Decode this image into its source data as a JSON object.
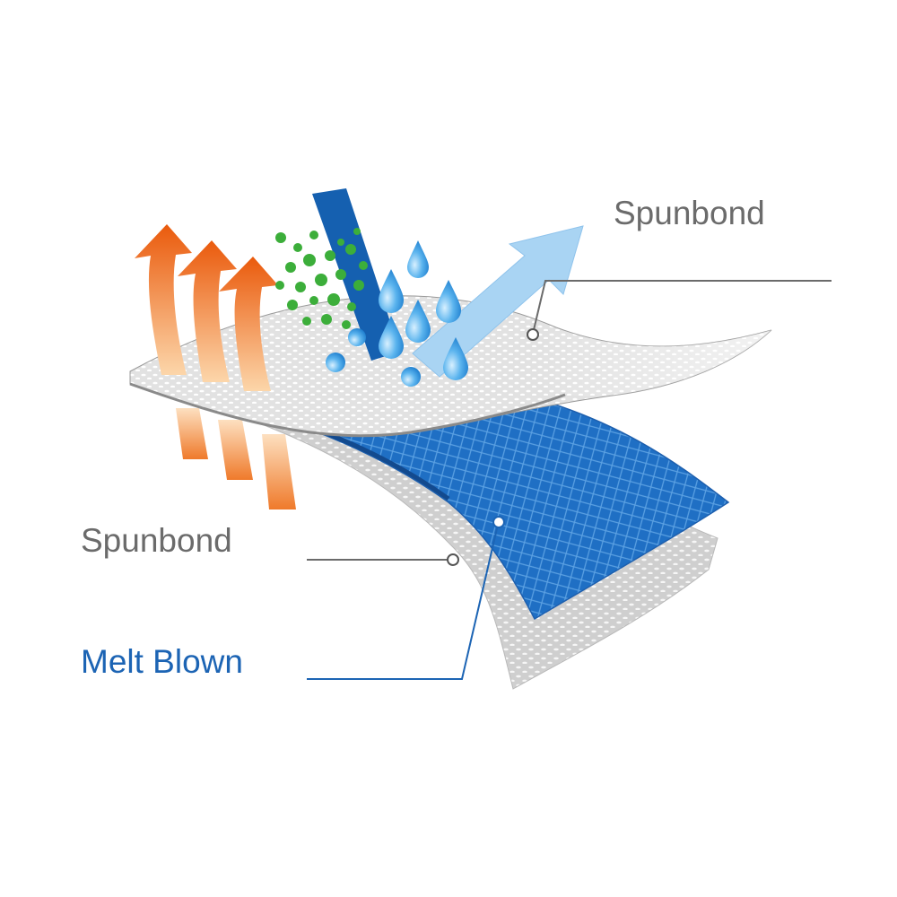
{
  "labels": {
    "top_layer": "Spunbond",
    "bottom_layer": "Spunbond",
    "middle_layer": "Melt Blown"
  },
  "colors": {
    "spunbond_text": "#6b6b6b",
    "melt_blown_text": "#1c64b4",
    "melt_blown_layer": "#1f6fc4",
    "spunbond_layer": "#d9d9d9",
    "heat_arrow_top": "#ea5a0c",
    "heat_arrow_bottom": "#fbd2a6",
    "droplet": "#3aa0e6",
    "particle": "#3cae3a",
    "blocked_stream": "#1560b0",
    "air_arrow": "#a7d2f2",
    "leader_gray": "#6b6b6b",
    "leader_blue": "#1c64b4"
  },
  "icons": {
    "heat": "heat-arrow-icon",
    "water": "water-drop-icon",
    "particles": "particle-dot-icon",
    "air": "air-flow-arrow-icon"
  }
}
